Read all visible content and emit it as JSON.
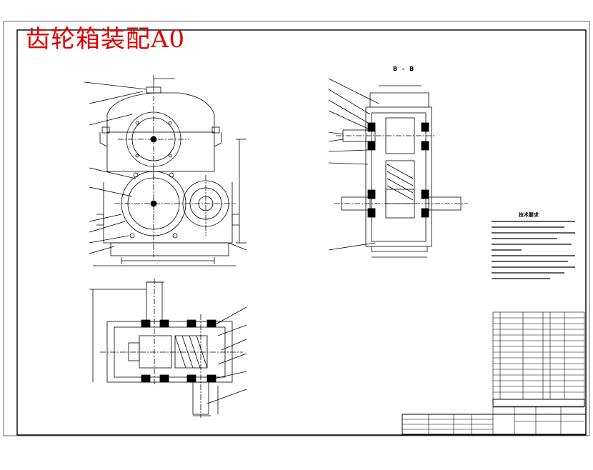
{
  "drawing": {
    "title": "齿轮箱装配A0",
    "section_label": "B - B",
    "notes_title": "技术要求"
  },
  "colors": {
    "title": "#e00000",
    "lines": "#000000",
    "background": "#ffffff"
  }
}
